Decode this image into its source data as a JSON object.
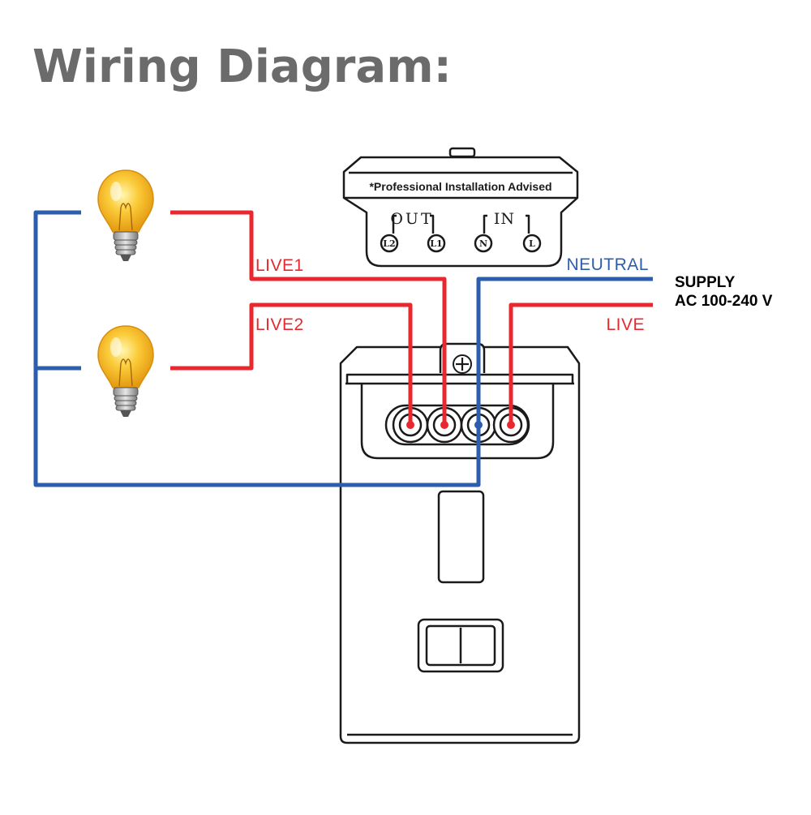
{
  "title": "Wiring Diagram:",
  "note": "*Professional Installation Advised",
  "terminal_groups": {
    "out": "OUT",
    "in": "IN"
  },
  "terminals": [
    "L2",
    "L1",
    "N",
    "L"
  ],
  "wires": {
    "live1": "LIVE1",
    "live2": "LIVE2",
    "neutral": "NEUTRAL",
    "live": "LIVE"
  },
  "supply": {
    "line1": "SUPPLY",
    "line2": "AC 100-240 V"
  },
  "colors": {
    "live": "#e8282e",
    "neutral": "#2d5ead",
    "title": "#6b6b6b",
    "bulb": "#f6b81a"
  },
  "icons": [
    "light-bulb-icon",
    "light-bulb-icon",
    "screw-icon"
  ]
}
